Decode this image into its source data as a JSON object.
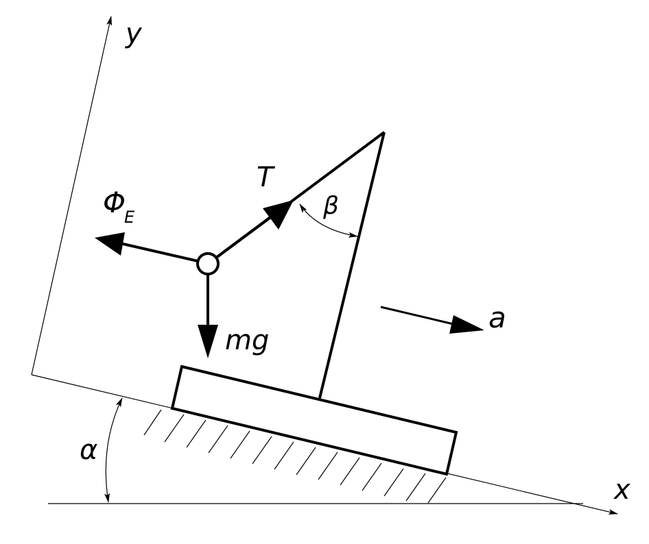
{
  "diagram": {
    "labels": {
      "x_axis": "x",
      "y_axis": "y",
      "tension": "T",
      "weight": "mg",
      "inertial_force": "Φ",
      "inertial_force_sub": "E",
      "angle_beta": "β",
      "acceleration": "a",
      "angle_alpha": "α"
    },
    "colors": {
      "ink": "#000000",
      "background": "#ffffff"
    }
  }
}
